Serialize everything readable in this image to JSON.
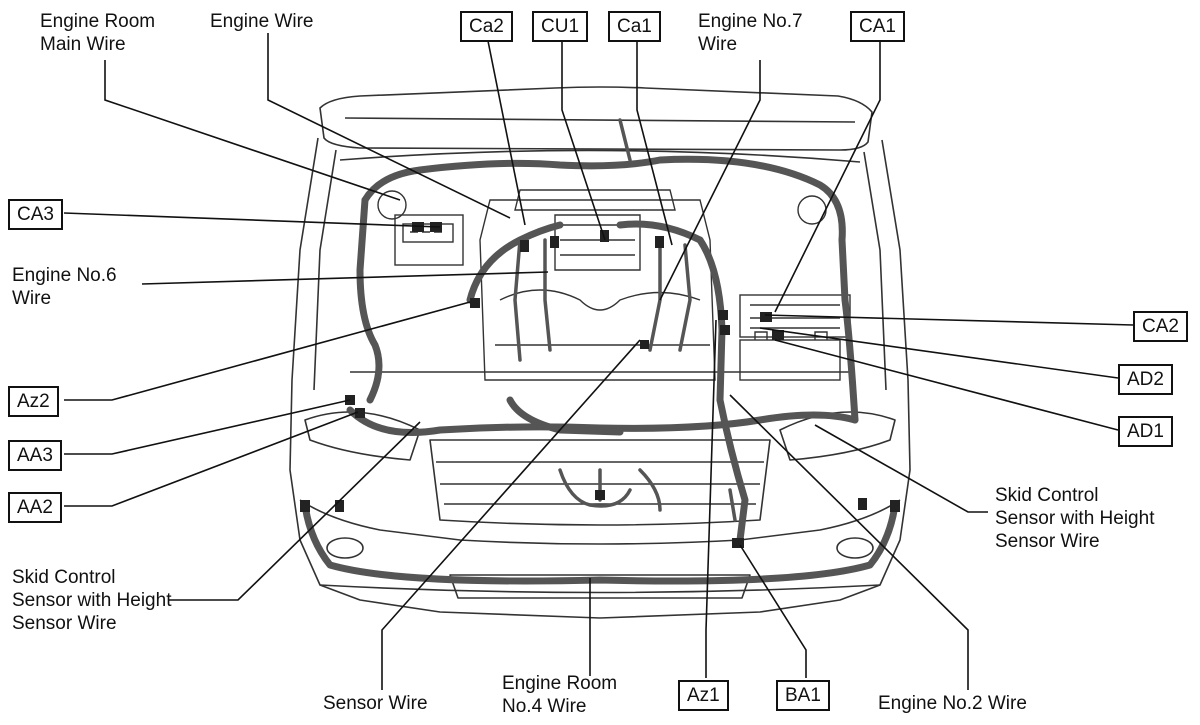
{
  "labels": {
    "engine_room_main_wire": [
      "Engine Room",
      "Main Wire"
    ],
    "engine_wire": [
      "Engine Wire"
    ],
    "engine_no7_wire": [
      "Engine No.7",
      "Wire"
    ],
    "engine_no6_wire": [
      "Engine No.6",
      "Wire"
    ],
    "skid_left": [
      "Skid Control",
      "Sensor with Height",
      "Sensor Wire"
    ],
    "skid_right": [
      "Skid Control",
      "Sensor with Height",
      "Sensor Wire"
    ],
    "sensor_wire": [
      "Sensor Wire"
    ],
    "engine_room_no4_wire": [
      "Engine Room",
      "No.4 Wire"
    ],
    "engine_no2_wire": [
      "Engine No.2 Wire"
    ]
  },
  "connectors": {
    "ca2_top": "Ca2",
    "cu1": "CU1",
    "ca1_top": "Ca1",
    "ca1_right": "CA1",
    "ca3": "CA3",
    "ca2_right": "CA2",
    "ad2": "AD2",
    "ad1": "AD1",
    "az2": "Az2",
    "aa3": "AA3",
    "aa2": "AA2",
    "az1": "Az1",
    "ba1": "BA1"
  },
  "colors": {
    "ink": "#111111",
    "harness": "#555555",
    "body_outline": "#333333"
  }
}
